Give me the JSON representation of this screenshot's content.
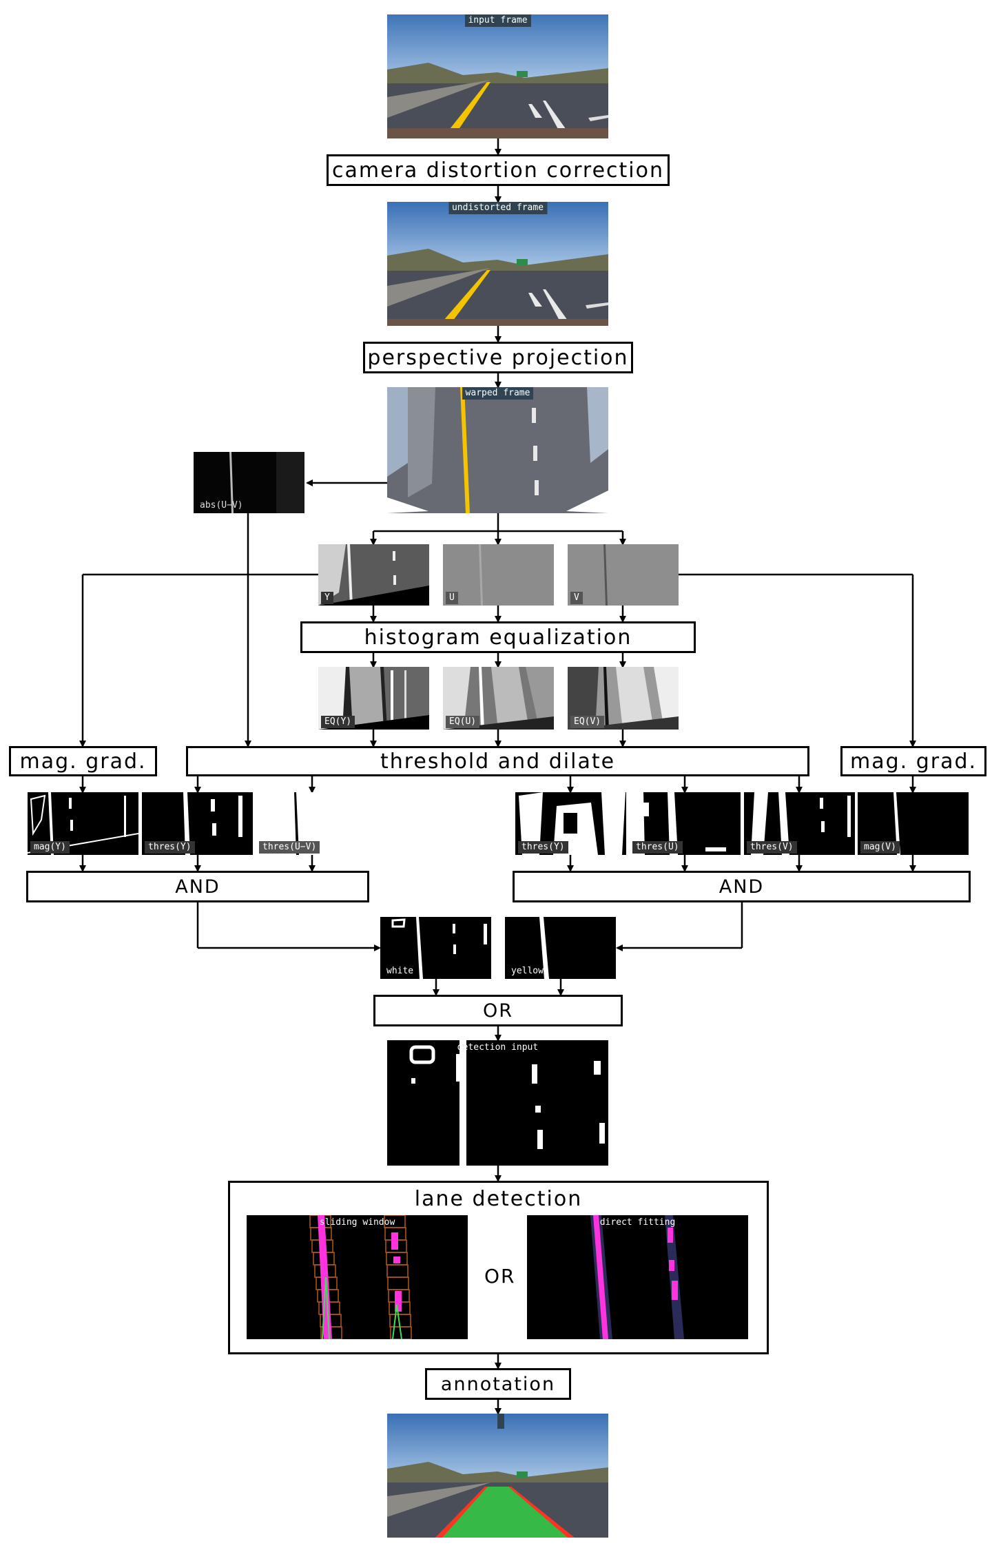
{
  "labels": {
    "input_frame": "input frame",
    "camera_distortion": "camera distortion correction",
    "undistorted_frame": "undistorted frame",
    "perspective_projection": "perspective projection",
    "warped_frame": "warped frame",
    "abs_uv": "abs(U−V)",
    "ch_y": "Y",
    "ch_u": "U",
    "ch_v": "V",
    "histogram_equalization": "histogram equalization",
    "eq_y": "EQ(Y)",
    "eq_u": "EQ(U)",
    "eq_v": "EQ(V)",
    "mag_grad_left": "mag. grad.",
    "threshold_and_dilate": "threshold and dilate",
    "mag_grad_right": "mag. grad.",
    "mag_y": "mag(Y)",
    "thres_y_left": "thres(Y)",
    "thres_uv": "thres(U−V)",
    "thres_y_right": "thres(Y)",
    "thres_u": "thres(U)",
    "thres_v": "thres(V)",
    "mag_v": "mag(V)",
    "and_left": "AND",
    "and_right": "AND",
    "white": "white",
    "yellow": "yellow",
    "or_main": "OR",
    "detection_input": "detection input",
    "lane_detection": "lane detection",
    "sliding_window": "sliding window",
    "or_inner": "OR",
    "direct_fitting": "direct fitting",
    "annotation": "annotation"
  },
  "colors": {
    "box_border": "#000000",
    "caption_bg": "#2f4352",
    "lane_pink": "#ff33dd",
    "lane_fill": "#33cc44",
    "yellow_line": "#f5c400",
    "sky": "#5d8fc9",
    "road": "#4a4e58"
  }
}
